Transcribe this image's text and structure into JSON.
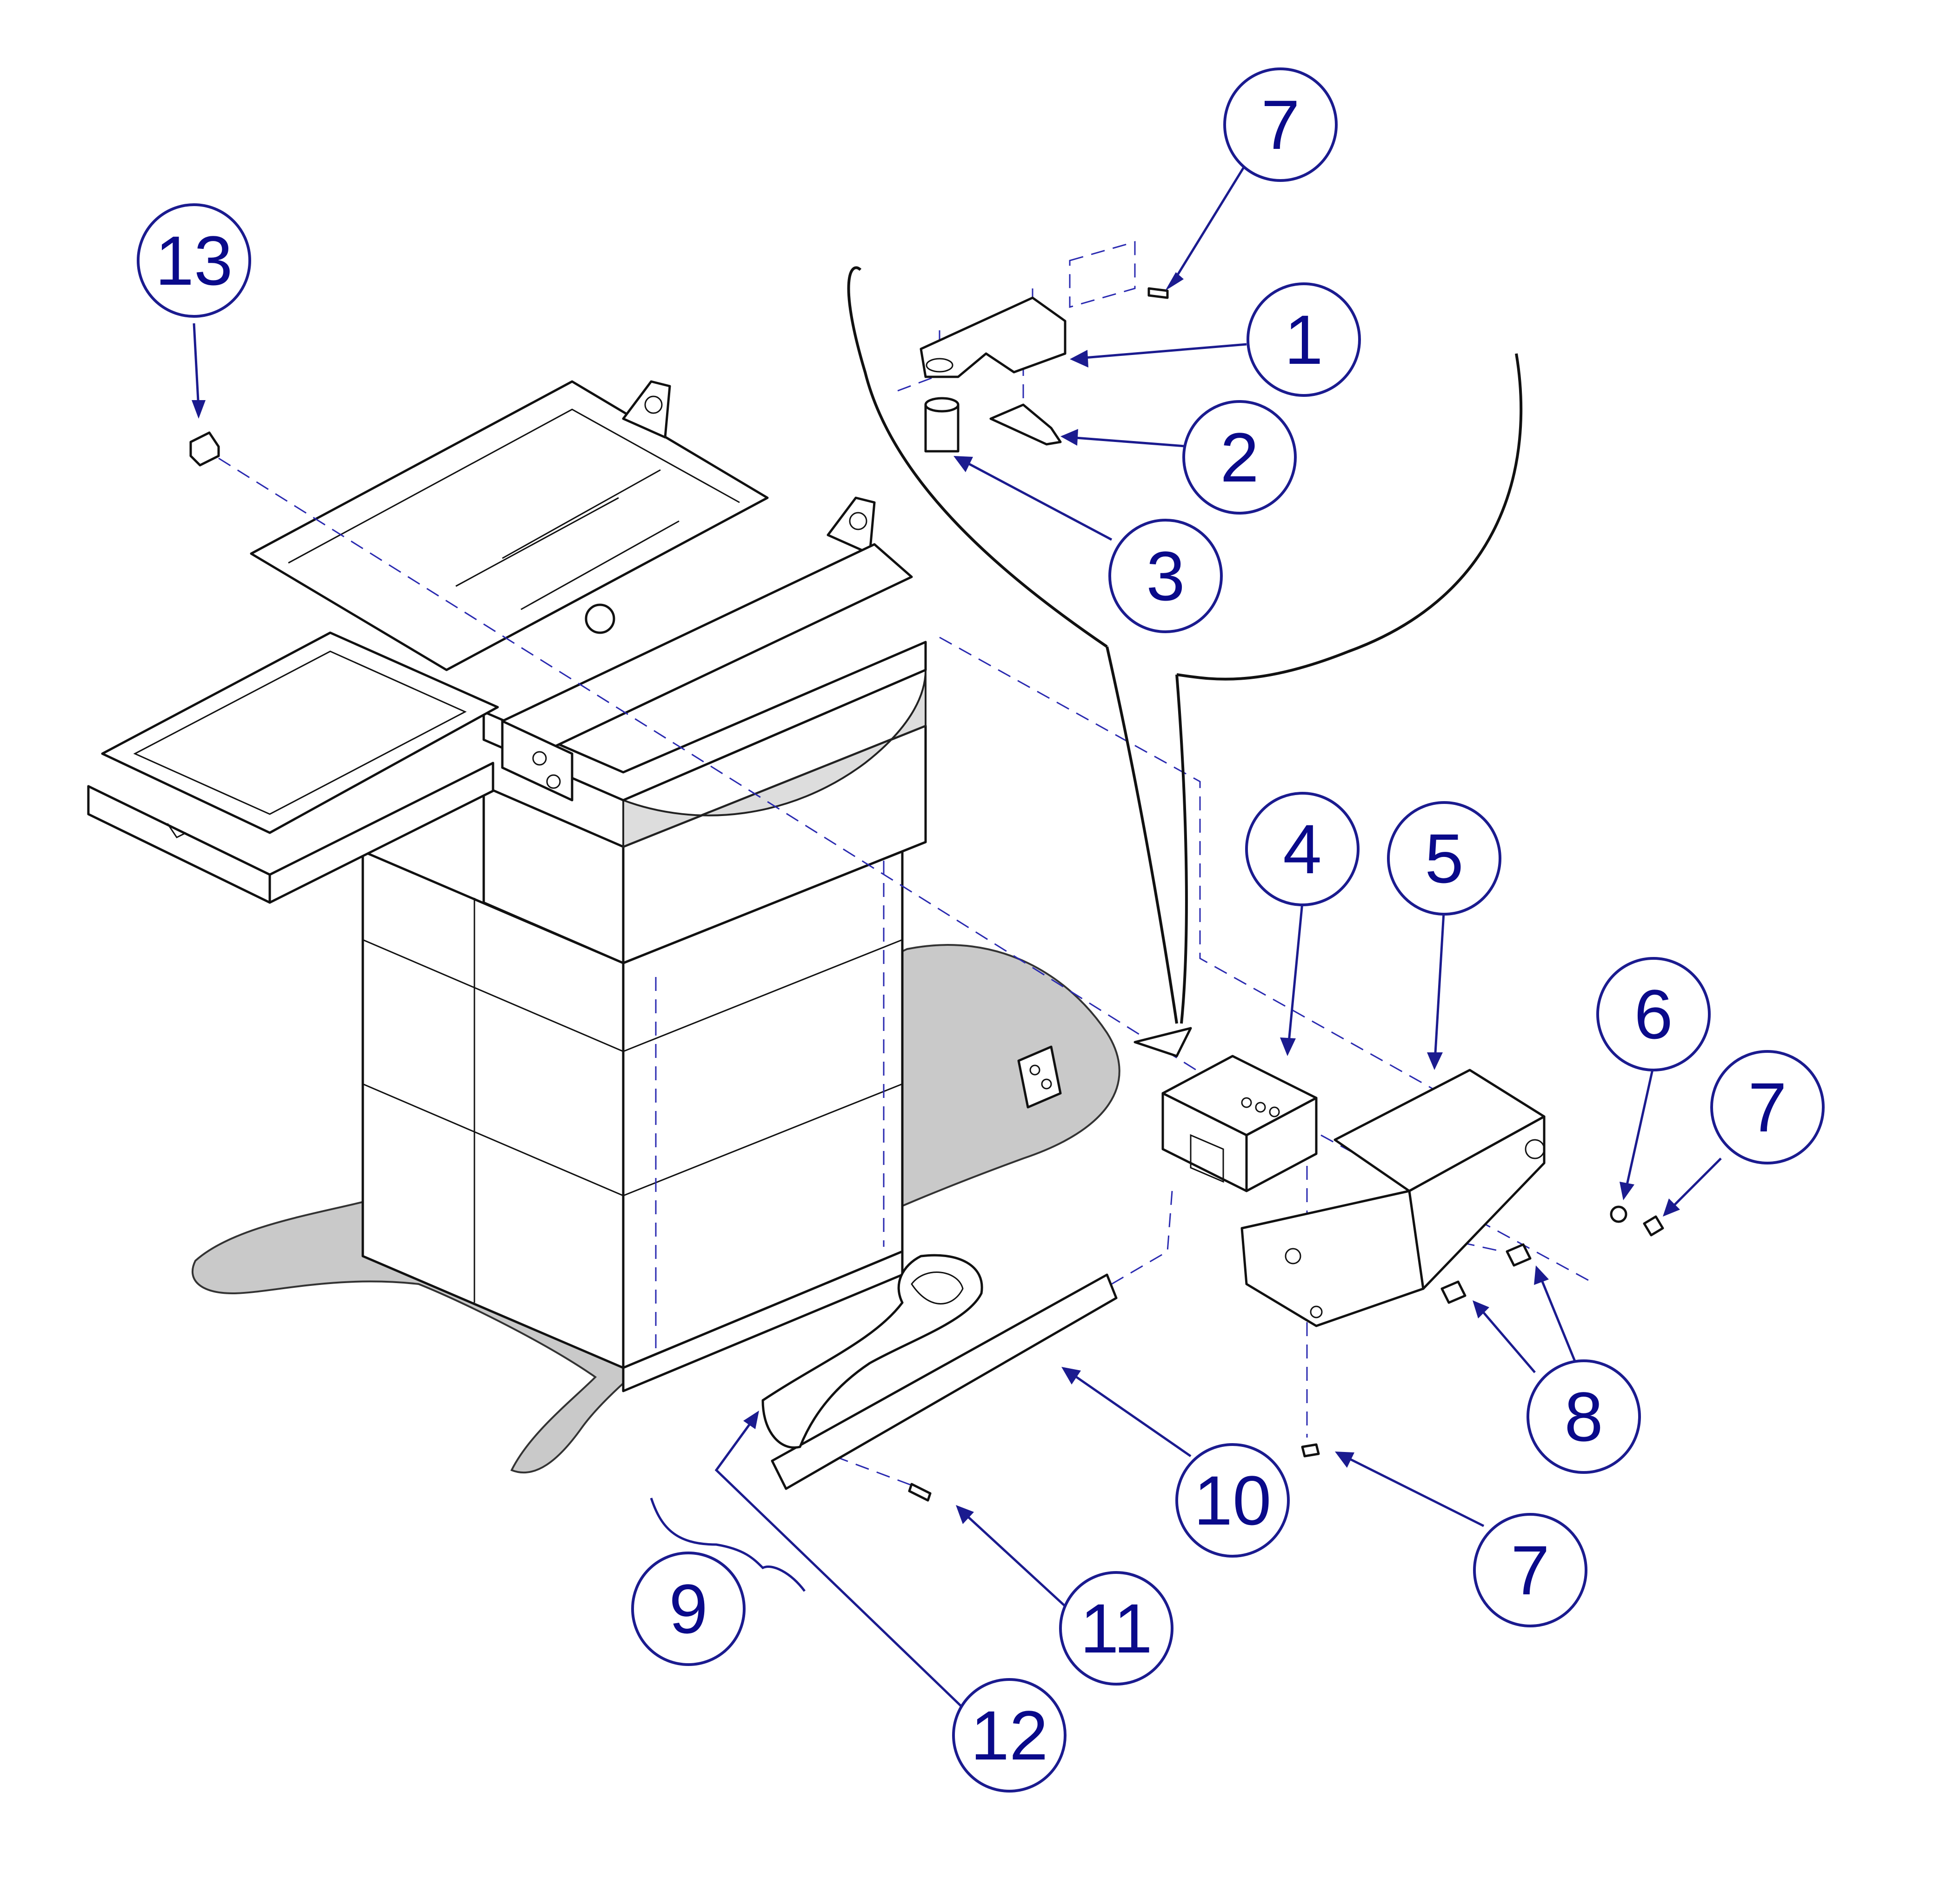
{
  "callouts": [
    {
      "id": "c7a",
      "label": "7"
    },
    {
      "id": "c13",
      "label": "13"
    },
    {
      "id": "c1",
      "label": "1"
    },
    {
      "id": "c2",
      "label": "2"
    },
    {
      "id": "c3",
      "label": "3"
    },
    {
      "id": "c4",
      "label": "4"
    },
    {
      "id": "c5",
      "label": "5"
    },
    {
      "id": "c6",
      "label": "6"
    },
    {
      "id": "c7b",
      "label": "7"
    },
    {
      "id": "c8",
      "label": "8"
    },
    {
      "id": "c7c",
      "label": "7"
    },
    {
      "id": "c10",
      "label": "10"
    },
    {
      "id": "c9",
      "label": "9"
    },
    {
      "id": "c11",
      "label": "11"
    },
    {
      "id": "c12",
      "label": "12"
    }
  ],
  "colors": {
    "callout": "#1b1b8f",
    "callout_text": "#0a0a8a",
    "line": "#111111",
    "shadow": "#c9c9c9"
  }
}
